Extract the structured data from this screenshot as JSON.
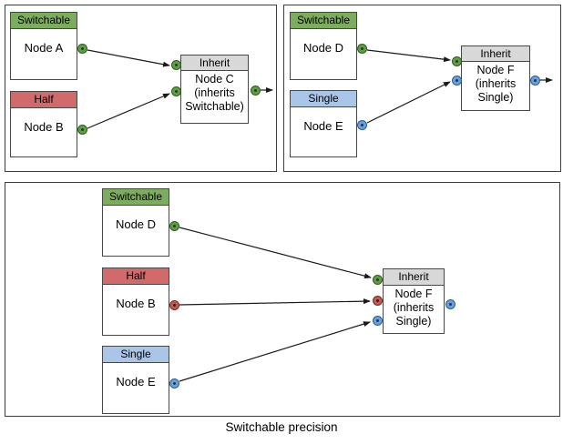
{
  "caption": "Switchable precision",
  "colors": {
    "switchable_green": "#7cad5e",
    "half_red": "#d16a6a",
    "single_blue": "#a9c6e8",
    "inherit_gray": "#d8d8d8",
    "port_green": "#5f9e46",
    "port_red": "#c15956",
    "port_blue": "#68a0d8",
    "wire": "#1a1a1a"
  },
  "panels": {
    "top_left": {
      "node_a": {
        "header": "Switchable",
        "title": "Node A"
      },
      "node_b": {
        "header": "Half",
        "title": "Node B"
      },
      "node_c": {
        "header": "Inherit",
        "line1": "Node C",
        "line2": "(inherits",
        "line3": "Switchable)"
      }
    },
    "top_right": {
      "node_d": {
        "header": "Switchable",
        "title": "Node D"
      },
      "node_e": {
        "header": "Single",
        "title": "Node E"
      },
      "node_f": {
        "header": "Inherit",
        "line1": "Node F",
        "line2": "(inherits",
        "line3": "Single)"
      }
    },
    "bottom": {
      "node_d": {
        "header": "Switchable",
        "title": "Node D"
      },
      "node_b": {
        "header": "Half",
        "title": "Node B"
      },
      "node_e": {
        "header": "Single",
        "title": "Node E"
      },
      "node_f": {
        "header": "Inherit",
        "line1": "Node F",
        "line2": "(inherits",
        "line3": "Single)"
      }
    }
  }
}
